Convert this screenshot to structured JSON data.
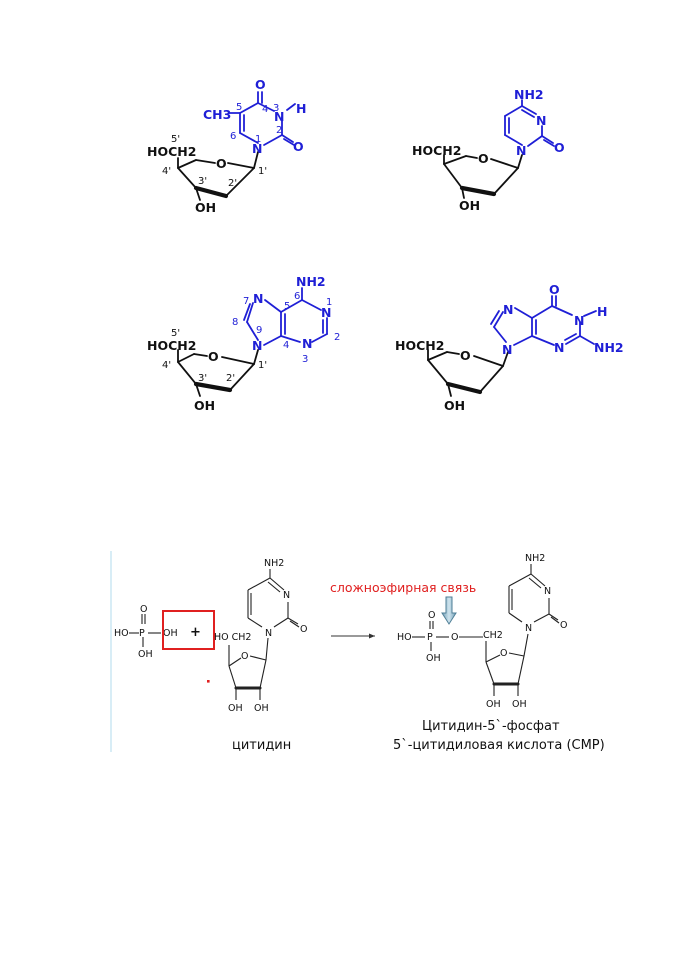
{
  "nucleosides": {
    "thymidine": {
      "ch3": "CH3",
      "o4": "O",
      "n3": "N",
      "h": "H",
      "o2": "O",
      "n1": "N",
      "pos5": "5",
      "pos4": "4",
      "pos3": "3",
      "pos6": "6",
      "pos1": "1",
      "pos2": "2",
      "hoch2": "HOCH2",
      "p5p": "5'",
      "p4p": "4'",
      "p3p": "3'",
      "p2p": "2'",
      "p1p": "1'",
      "ring_o": "O",
      "oh": "OH"
    },
    "deoxycytidine": {
      "nh2": "NH2",
      "n3": "N",
      "o2": "O",
      "n1": "N",
      "hoch2": "HOCH2",
      "ring_o": "O",
      "oh": "OH"
    },
    "deoxyadenosine": {
      "nh2": "NH2",
      "n7": "N",
      "pos7": "7",
      "pos8": "8",
      "pos9": "9",
      "pos5": "5",
      "pos6": "6",
      "pos4": "4",
      "n1": "N",
      "pos1": "1",
      "pos2": "2",
      "n3": "N",
      "pos3": "3",
      "n9": "N",
      "hoch2": "HOCH2",
      "p5p": "5'",
      "p4p": "4'",
      "p3p": "3'",
      "p2p": "2'",
      "p1p": "1'",
      "ring_o": "O",
      "oh": "OH"
    },
    "deoxyguanosine": {
      "o6": "O",
      "n7": "N",
      "n1": "N",
      "h": "H",
      "n3": "N",
      "nh2": "NH2",
      "n9": "N",
      "hoch2": "HOCH2",
      "ring_o": "O",
      "oh": "OH"
    }
  },
  "reaction": {
    "phosphoric_acid": {
      "o": "O",
      "p": "P",
      "ho": "HO",
      "oh_leaving": "OH",
      "oh_bottom": "OH",
      "plus": "+"
    },
    "cytidine": {
      "nh2": "NH2",
      "n3": "N",
      "o2": "O",
      "n1": "N",
      "ho_ch2": "HO CH2",
      "ring_o": "O",
      "oh2": "OH",
      "oh3": "OH",
      "name": "цитидин"
    },
    "bond_label": "сложноэфирная связь",
    "product": {
      "o": "O",
      "ho": "HO",
      "p": "P",
      "o_ester": "O",
      "ch2": "CH2",
      "oh": "OH",
      "nh2": "NH2",
      "n3": "N",
      "o2": "O",
      "n1": "N",
      "ring_o": "O",
      "oh2": "OH",
      "oh3": "OH",
      "name_line1": "Цитидин-5`-фосфат",
      "name_line2": "5`-цитидиловая кислота (СМР)"
    },
    "colors": {
      "highlight_box": "#e02020",
      "bond_label": "#e02020",
      "arrow_fill": "#9fc3d6"
    }
  }
}
